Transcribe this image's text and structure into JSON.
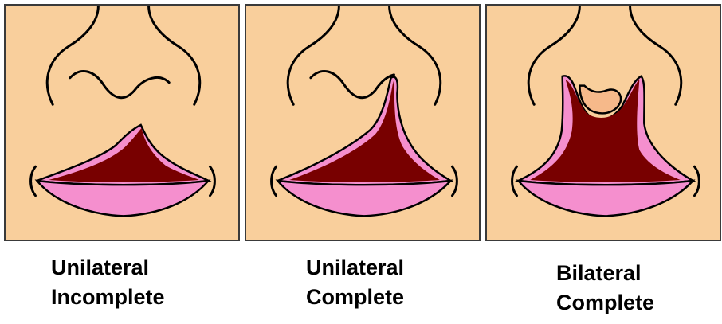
{
  "colors": {
    "skin": "#f9cf9c",
    "lip_pink": "#f58fce",
    "cleft_dark_red": "#780000",
    "premaxilla_peach": "#f6b98a",
    "outline": "#000000",
    "border": "#3a3a3a"
  },
  "panels": [
    {
      "line1": "Unilateral",
      "line2": "Incomplete"
    },
    {
      "line1": "Unilateral",
      "line2": "Complete"
    },
    {
      "line1": "Bilateral",
      "line2": "Complete"
    }
  ]
}
